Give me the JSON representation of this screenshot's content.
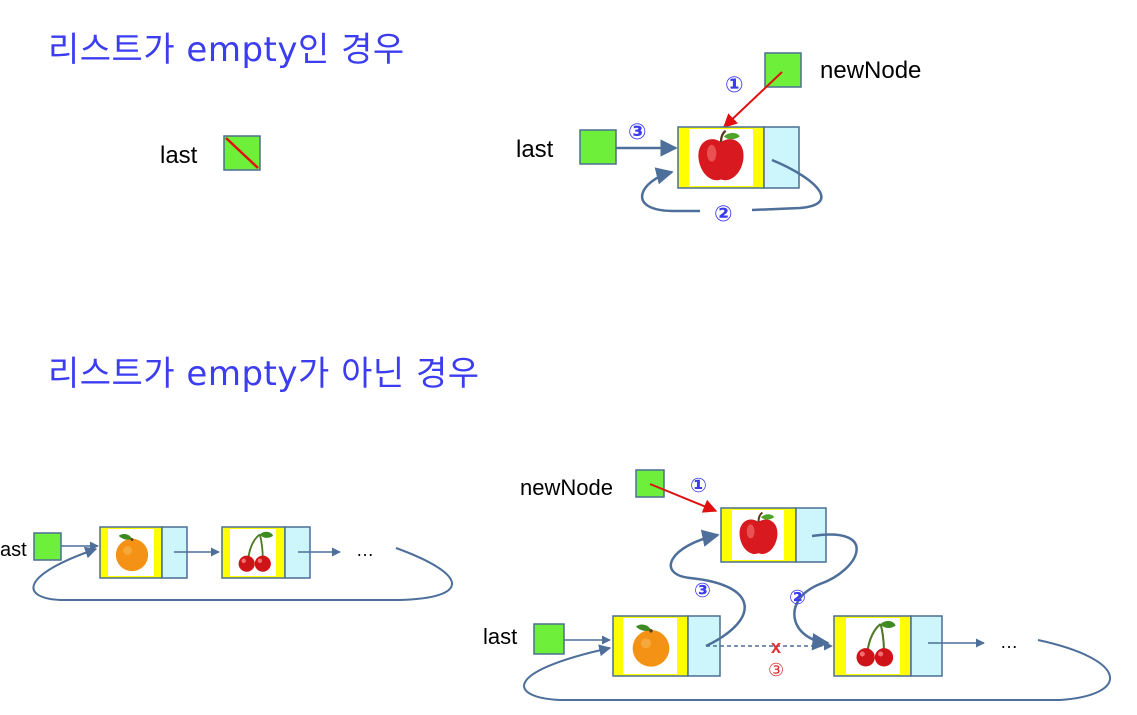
{
  "colors": {
    "heading": "#3c3cf0",
    "label": "#000000",
    "node_green": "#6ef03a",
    "node_yellow": "#ffff00",
    "node_cyan": "#ccf5fc",
    "node_border": "#4a6f93",
    "curve": "#4d6f9a",
    "pointer_red": "#e01010",
    "number_blue": "#3b3bf0",
    "number_red": "#e03030"
  },
  "headings": {
    "empty_case": "리스트가 empty인 경우",
    "nonempty_case": "리스트가 empty가 아닌 경우"
  },
  "labels": {
    "last": "last",
    "last_cut": "ast",
    "new_node": "newNode",
    "ellipsis": "…"
  },
  "steps": {
    "one": "①",
    "two": "②",
    "three": "③"
  },
  "removed_link_mark": "x",
  "icons": {
    "apple": "apple-icon",
    "orange": "orange-icon",
    "cherry": "cherry-icon"
  }
}
